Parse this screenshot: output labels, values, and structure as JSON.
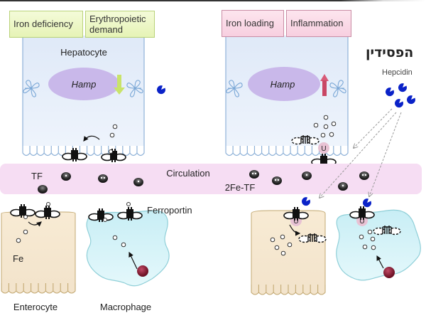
{
  "left_panel": {
    "condition_boxes": [
      "Iron deficiency",
      "Erythropoietic demand"
    ],
    "erythropoietic_line1": "Erythropoietic",
    "erythropoietic_line2": "demand",
    "hepatocyte_label": "Hepatocyte",
    "hamp_label": "Hamp",
    "hamp_regulation": "down",
    "enterocyte_label": "Enterocyte",
    "macrophage_label": "Macrophage",
    "ferroportin_label": "Ferroportin",
    "fe_label": "Fe",
    "tf_label": "TF"
  },
  "right_panel": {
    "condition_boxes": [
      "Iron loading",
      "Inflammation"
    ],
    "hamp_label": "Hamp",
    "hamp_regulation": "up",
    "ubiquitin_label": "U",
    "hepcidin_hebrew": "הפסידין",
    "hepcidin_label": "Hepcidin"
  },
  "circulation": {
    "label": "Circulation",
    "diferric_tf_label": "2Fe-TF"
  },
  "colors": {
    "hepatocyte_fill": "#e6effb",
    "hepatocyte_stroke": "#8fb2d8",
    "hamp_fill": "#c9b8ea",
    "circulation_band": "#f6ddf3",
    "enterocyte_fill": "#f7e8cf",
    "macrophage_fill": "#d2f1f6",
    "hepcidin_blue": "#0a22c8",
    "down_arrow": "#c9e36a",
    "up_arrow": "#d85a78",
    "rbc": "#8c1a33",
    "condition_green": "#e9f5bf",
    "condition_pink": "#f9d6e4"
  }
}
